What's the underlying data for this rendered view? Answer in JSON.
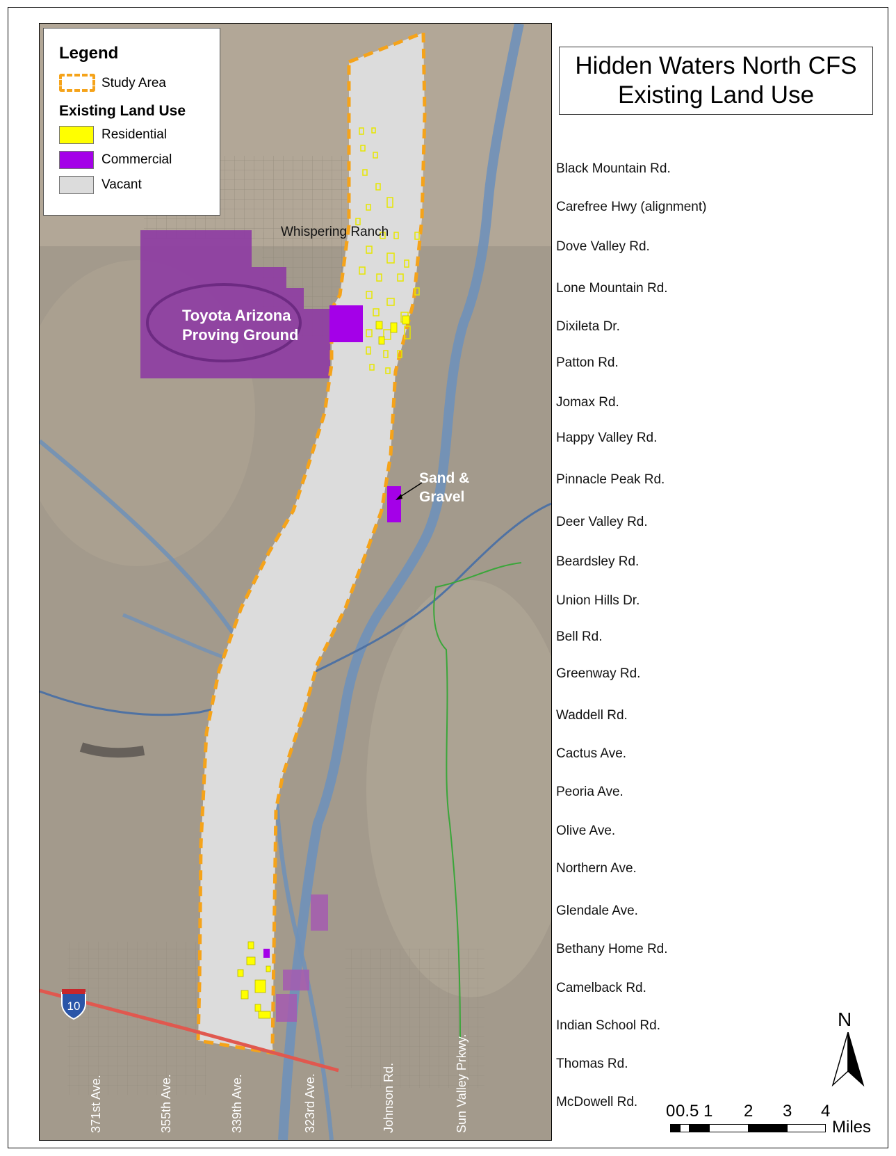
{
  "title": {
    "line1": "Hidden Waters North CFS",
    "line2": "Existing Land Use"
  },
  "legend": {
    "heading": "Legend",
    "study_area": "Study Area",
    "section": "Existing Land Use",
    "items": [
      {
        "label": "Residential",
        "color": "#ffff00"
      },
      {
        "label": "Commercial",
        "color": "#a400e8"
      },
      {
        "label": "Vacant",
        "color": "#dcdcdc"
      }
    ],
    "study_area_color": "#f5a31a"
  },
  "map_labels": {
    "whispering_ranch": "Whispering Ranch",
    "toyota_line1": "Toyota Arizona",
    "toyota_line2": "Proving Ground",
    "sand_line1": "Sand &",
    "sand_line2": "Gravel",
    "interstate": "10",
    "avenues": [
      "371st Ave.",
      "355th Ave.",
      "339th Ave.",
      "323rd Ave.",
      "Johnson Rd.",
      "Sun Valley Prkwy."
    ]
  },
  "roads": [
    "Black Mountain Rd.",
    "Carefree Hwy (alignment)",
    "Dove Valley Rd.",
    "Lone Mountain Rd.",
    "Dixileta Dr.",
    "Patton Rd.",
    "Jomax Rd.",
    "Happy Valley Rd.",
    "Pinnacle Peak Rd.",
    "Deer Valley Rd.",
    "Beardsley Rd.",
    "Union Hills Dr.",
    "Bell Rd.",
    "Greenway Rd.",
    "Waddell Rd.",
    "Cactus Ave.",
    "Peoria Ave.",
    "Olive Ave.",
    "Northern Ave.",
    "Glendale Ave.",
    "Bethany Home Rd.",
    "Camelback Rd.",
    "Indian School Rd.",
    "Thomas Rd.",
    "McDowell Rd."
  ],
  "north_arrow": "N",
  "scale": {
    "ticks": [
      "0",
      "0.5",
      "1",
      "2",
      "3",
      "4"
    ],
    "unit": "Miles"
  },
  "colors": {
    "terrain": "#a39a8c",
    "terrain_light": "#b8ae9f",
    "wash": "#6f91b9",
    "park_line": "#3aa63a",
    "interstate": "#e0584f"
  }
}
